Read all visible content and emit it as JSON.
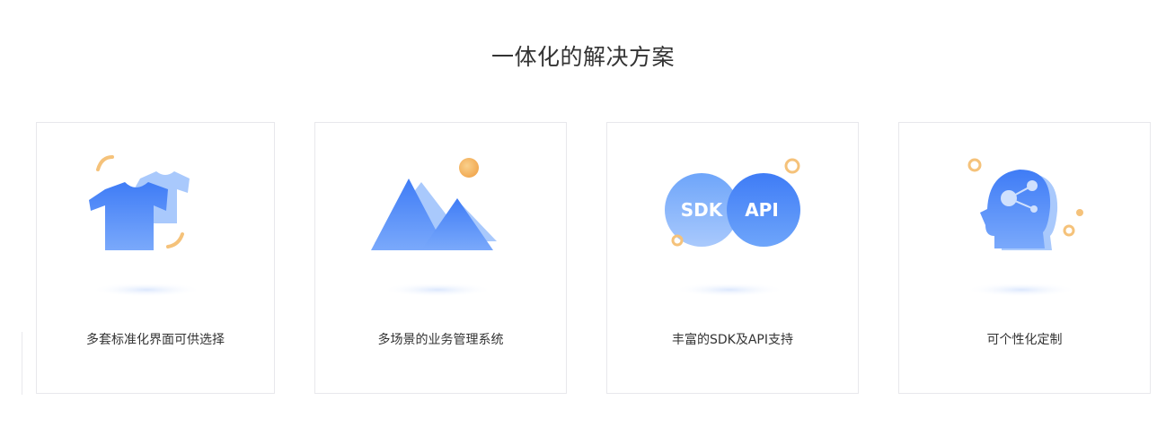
{
  "section": {
    "title": "一体化的解决方案"
  },
  "cards": [
    {
      "label": "多套标准化界面可供选择",
      "icon": "tshirt-icon"
    },
    {
      "label": "多场景的业务管理系统",
      "icon": "mountain-icon"
    },
    {
      "label": "丰富的SDK及API支持",
      "icon": "sdk-api-icon",
      "badge_left": "SDK",
      "badge_right": "API"
    },
    {
      "label": "可个性化定制",
      "icon": "head-profile-icon"
    }
  ],
  "colors": {
    "primary_blue": "#4a86f7",
    "light_blue": "#9fc3fb",
    "accent_orange": "#f5b860",
    "border": "#e8e8ec",
    "text": "#333333"
  }
}
